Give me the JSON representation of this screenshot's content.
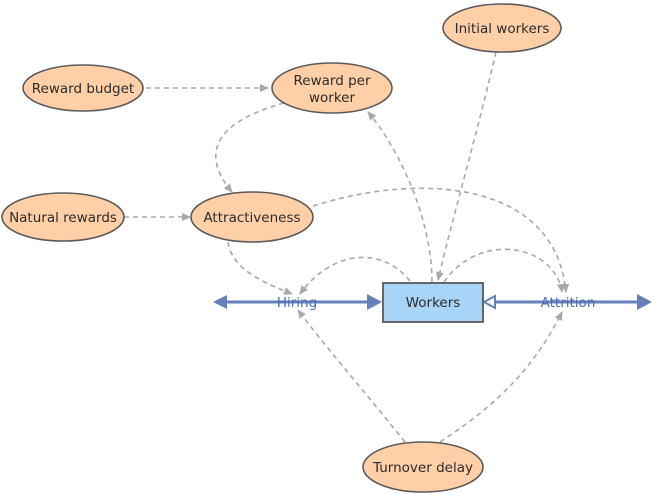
{
  "diagram": {
    "type": "stock-and-flow",
    "stock": {
      "label": "Workers"
    },
    "flows": {
      "hiring": "Hiring",
      "attrition": "Attrition"
    },
    "variables": {
      "reward_budget": "Reward budget",
      "reward_per_worker_line1": "Reward per",
      "reward_per_worker_line2": "worker",
      "initial_workers": "Initial workers",
      "natural_rewards": "Natural rewards",
      "attractiveness": "Attractiveness",
      "turnover_delay": "Turnover delay"
    },
    "links": [
      [
        "Reward budget",
        "Reward per worker"
      ],
      [
        "Reward per worker",
        "Attractiveness"
      ],
      [
        "Natural rewards",
        "Attractiveness"
      ],
      [
        "Attractiveness",
        "Hiring"
      ],
      [
        "Attractiveness",
        "Attrition"
      ],
      [
        "Initial workers",
        "Workers"
      ],
      [
        "Workers",
        "Reward per worker"
      ],
      [
        "Workers",
        "Hiring"
      ],
      [
        "Workers",
        "Attrition"
      ],
      [
        "Turnover delay",
        "Hiring"
      ],
      [
        "Turnover delay",
        "Attrition"
      ]
    ],
    "colors": {
      "variable_fill": "#ffcfa8",
      "stock_fill": "#a8d4f7",
      "flow": "#6680ba",
      "link": "#a8a8a8"
    }
  }
}
